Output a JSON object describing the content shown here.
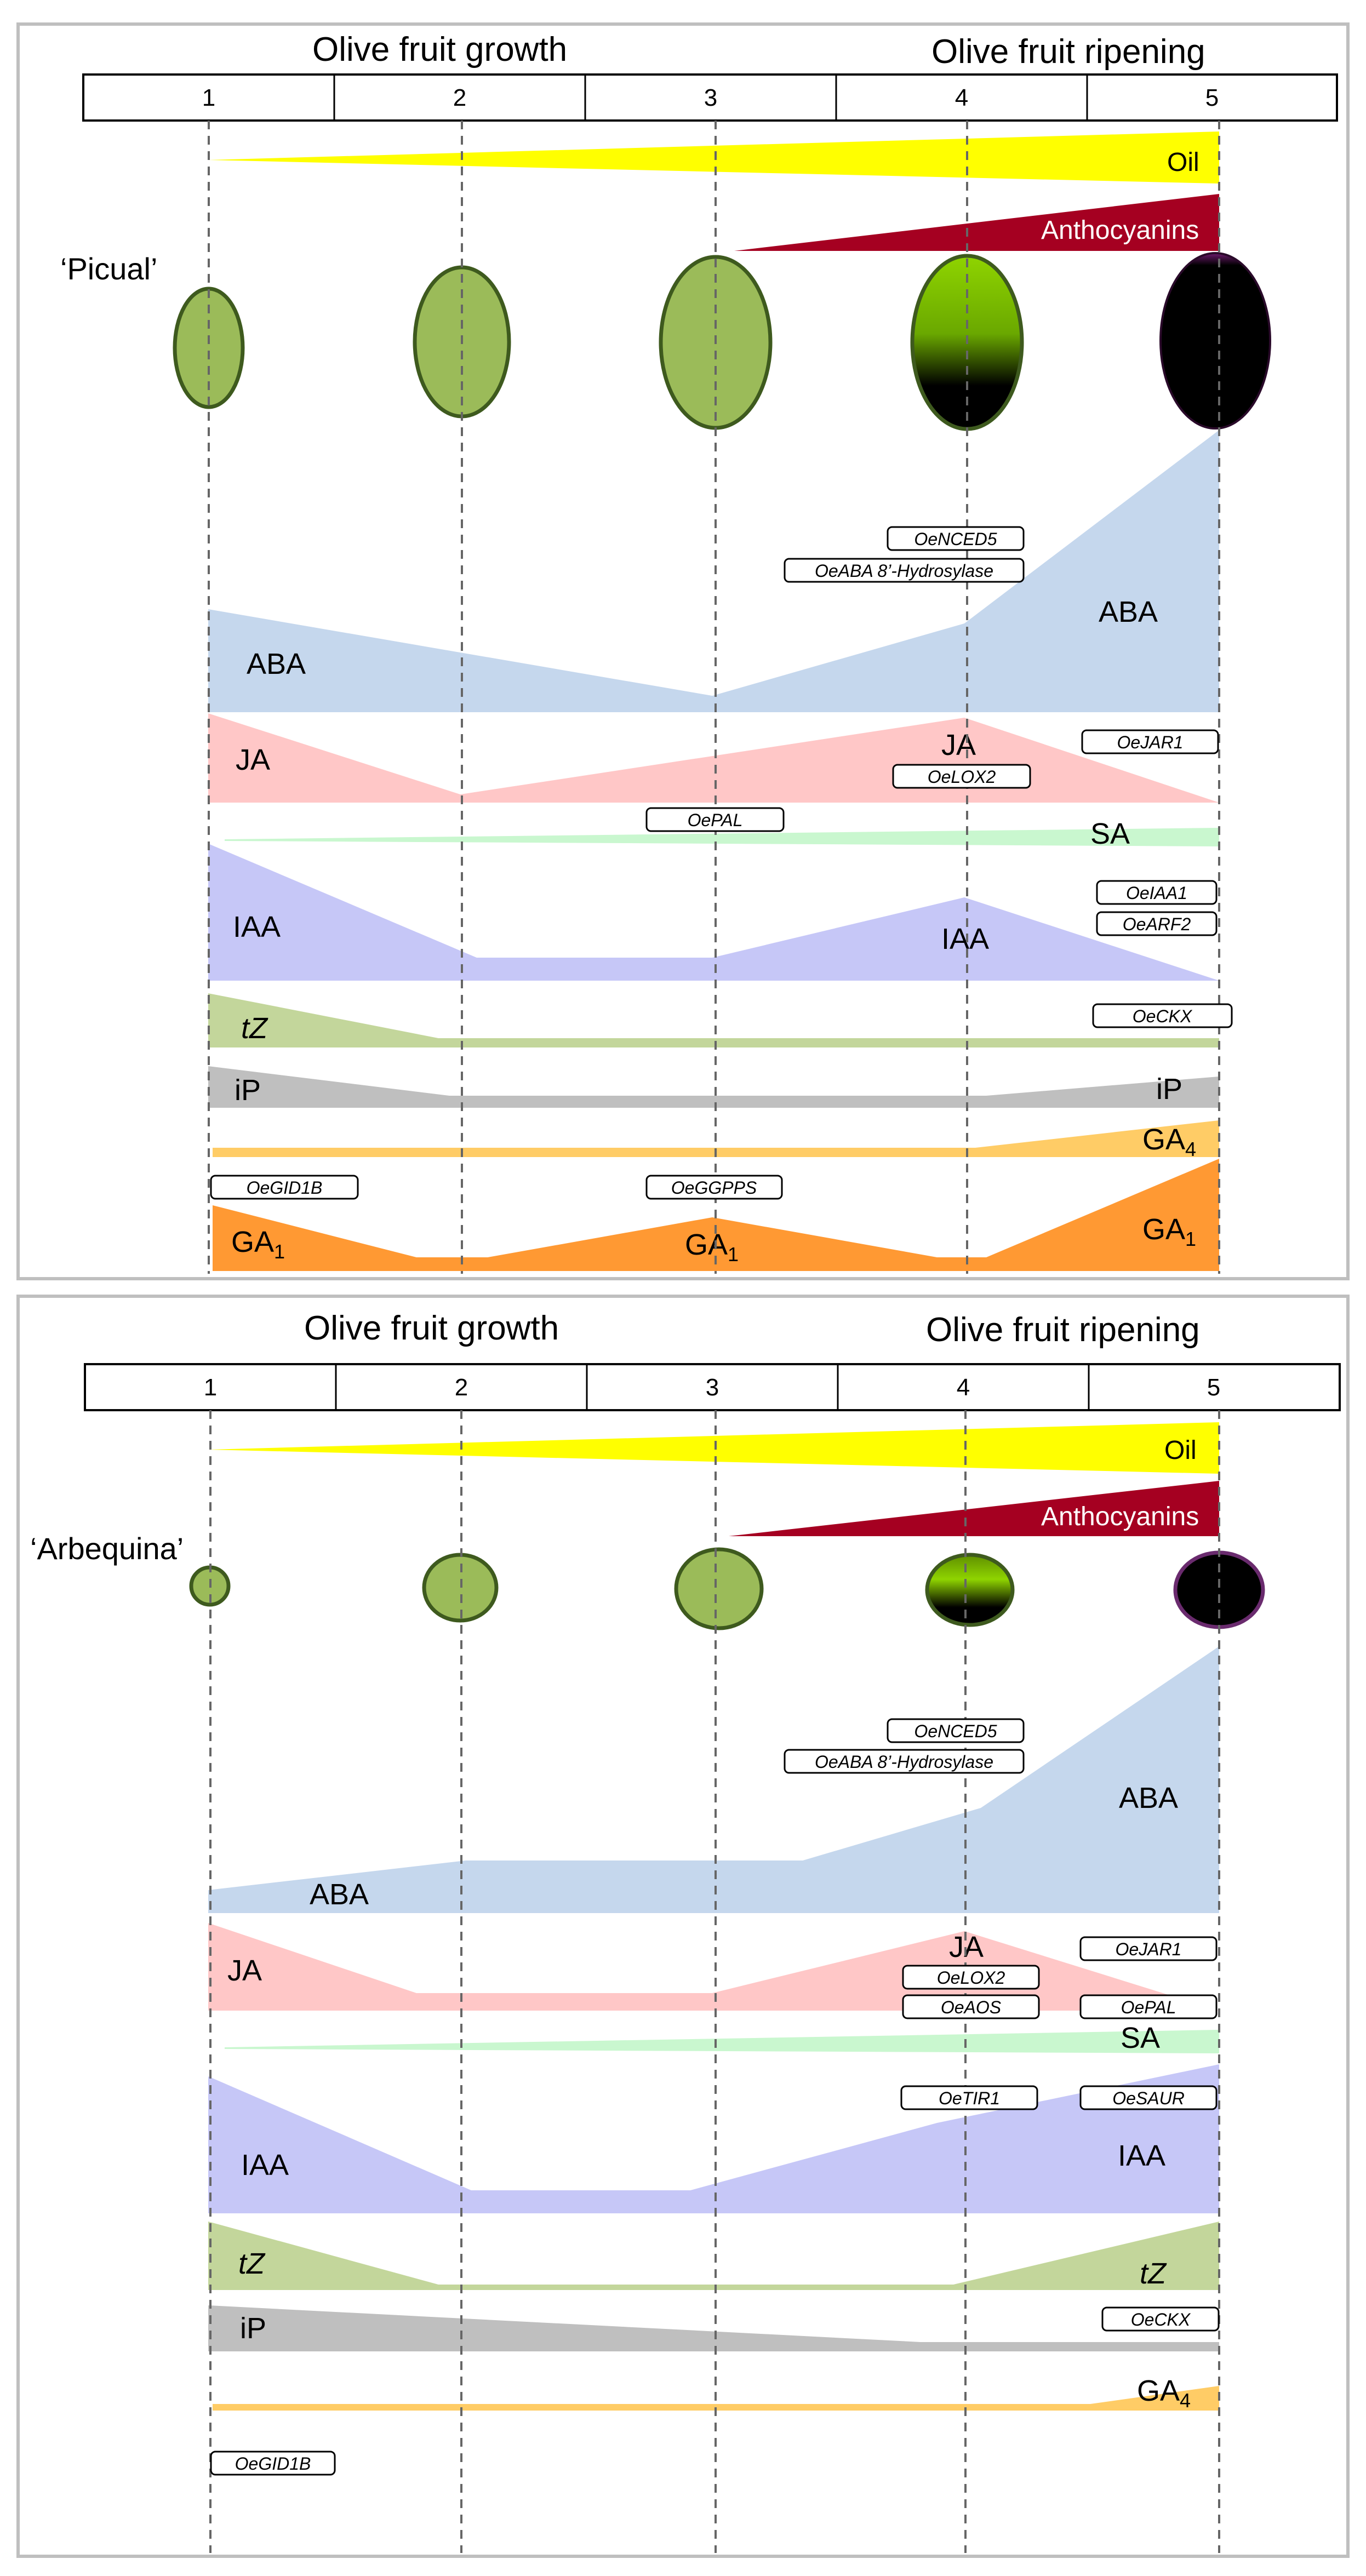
{
  "colors": {
    "oil": "#ffff00",
    "anthocyanins": "#a50021",
    "aba": "#c5d7ed",
    "ja": "#ffc7c7",
    "sa": "#c9f7cf",
    "iaa": "#c6c7f7",
    "tz": "#c3d69b",
    "ip": "#bfbfbf",
    "ga4": "#ffcc66",
    "ga1": "#ff9933",
    "fruit_green": "#9bbb59",
    "fruit_outline": "#3e5a1e"
  },
  "panels": [
    {
      "header_growth": "Olive fruit growth",
      "header_ripening": "Olive fruit ripening",
      "stages": [
        "1",
        "2",
        "3",
        "4",
        "5"
      ],
      "cultivar": "‘Picual’",
      "oil_label": "Oil",
      "anthocyanins_label": "Anthocyanins",
      "hormones": {
        "aba": [
          "ABA",
          "ABA"
        ],
        "ja": [
          "JA",
          "JA"
        ],
        "sa": [
          "SA"
        ],
        "iaa": [
          "IAA",
          "IAA"
        ],
        "tz": [
          "tZ"
        ],
        "ip": [
          "iP",
          "iP"
        ],
        "ga4": [
          "GA",
          "4"
        ],
        "ga1": [
          "GA",
          "1",
          "GA",
          "1",
          "GA",
          "1"
        ]
      },
      "genes": [
        "OeNCED5",
        "OeABA 8’-Hydrosylase",
        "OeJAR1",
        "OeLOX2",
        "OePAL",
        "OeIAA1",
        "OeARF2",
        "OeCKX",
        "OeGID1B",
        "OeGGPPS"
      ]
    },
    {
      "header_growth": "Olive fruit growth",
      "header_ripening": "Olive fruit ripening",
      "stages": [
        "1",
        "2",
        "3",
        "4",
        "5"
      ],
      "cultivar": "‘Arbequina’",
      "oil_label": "Oil",
      "anthocyanins_label": "Anthocyanins",
      "hormones": {
        "aba": [
          "ABA",
          "ABA"
        ],
        "ja": [
          "JA",
          "JA"
        ],
        "sa": [
          "SA"
        ],
        "iaa": [
          "IAA",
          "IAA"
        ],
        "tz": [
          "tZ",
          "tZ"
        ],
        "ip": [
          "iP"
        ],
        "ga4": [
          "GA",
          "4"
        ]
      },
      "genes": [
        "OeNCED5",
        "OeABA 8’-Hydrosylase",
        "OeJAR1",
        "OeLOX2",
        "OeAOS",
        "OePAL",
        "OeTIR1",
        "OeSAUR",
        "OeCKX",
        "OeGID1B"
      ]
    }
  ]
}
